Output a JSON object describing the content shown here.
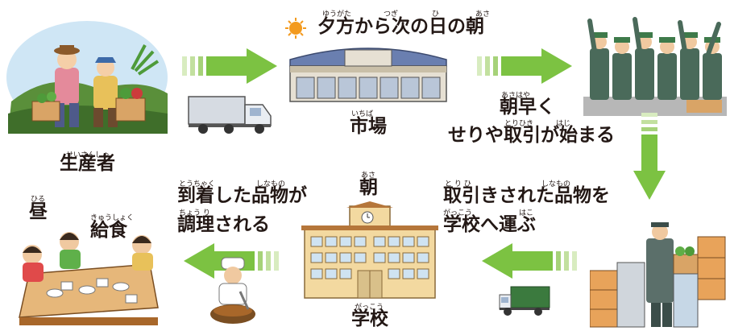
{
  "colors": {
    "arrow_green": "#7cc242",
    "arrow_light": "#c9e3a9",
    "market_roof": "#6a7fb0",
    "school_wall": "#f3d9a0",
    "school_roof": "#b5763a",
    "sun": "#f39a1e"
  },
  "stages": {
    "producer": {
      "label": "生産者",
      "ruby": "せいさんしゃ"
    },
    "market": {
      "time": "夕方から次の日の朝",
      "time_ruby": [
        "ゆうがた",
        "つぎ",
        "ひ",
        "あさ"
      ],
      "label": "市場",
      "ruby": "いちば"
    },
    "auction": {
      "line1": "朝早く",
      "line1_ruby": "あさはや",
      "line2": "せりや取引が始まる",
      "line2_ruby": [
        "とりひき",
        "はじ"
      ]
    },
    "delivery": {
      "line1": "取引きされた品物を",
      "line1_ruby": [
        "と り ひ",
        "しなもの"
      ],
      "line2": "学校へ運ぶ",
      "line2_ruby": [
        "がっこう",
        "はこ"
      ]
    },
    "school": {
      "time": "朝",
      "time_ruby": "あさ",
      "label": "学校",
      "ruby": "がっこう"
    },
    "cooking": {
      "line1": "到着した品物が",
      "line1_ruby": [
        "とうちゃく",
        "しなもの"
      ],
      "line2": "調理される",
      "line2_ruby": "ちょう り"
    },
    "lunch": {
      "time": "昼",
      "time_ruby": "ひる",
      "label": "給食",
      "ruby": "きゅうしょく"
    }
  },
  "icons": [
    "sun-icon",
    "truck-icon",
    "market-building",
    "school-building",
    "clock-icon",
    "cook-icon",
    "farmers-illustration",
    "auction-crowd-illustration",
    "crates-illustration",
    "lunch-illustration"
  ]
}
